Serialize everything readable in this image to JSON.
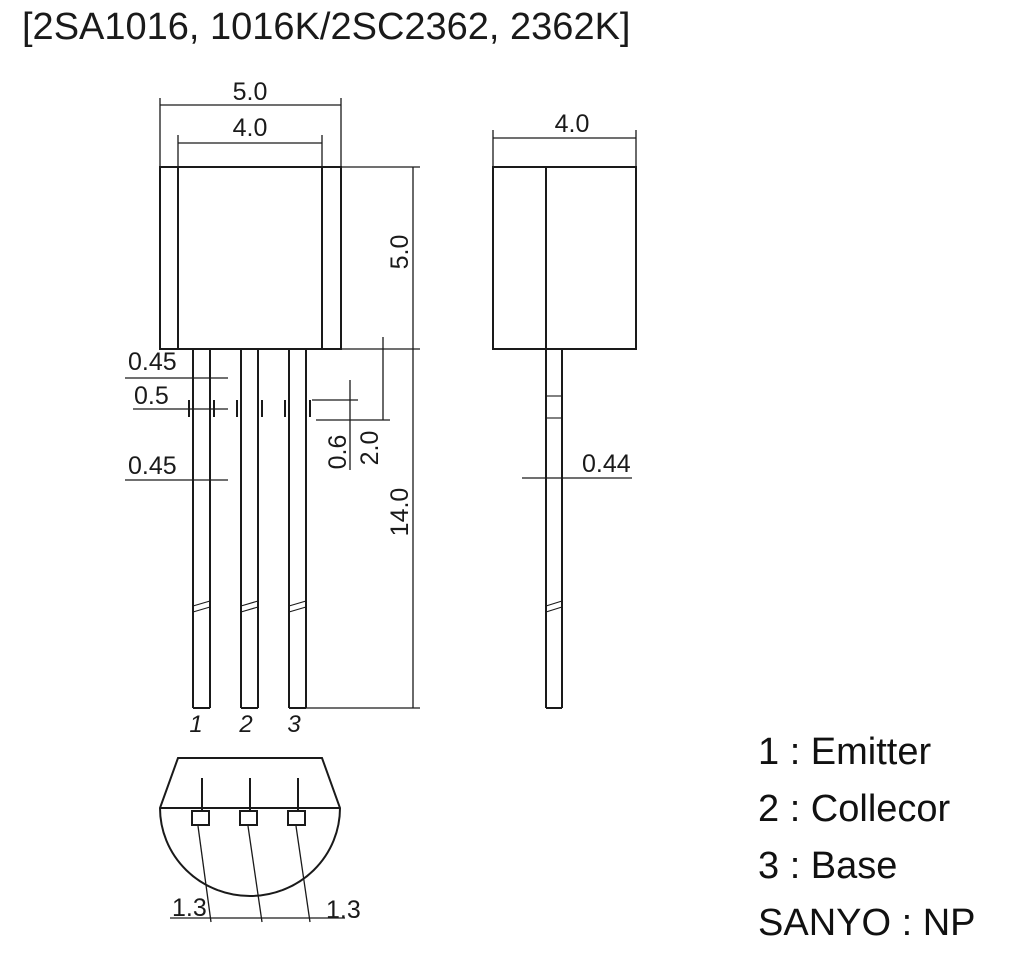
{
  "title": "[2SA1016, 1016K/2SC2362, 2362K]",
  "dimensions": {
    "body_width": "5.0",
    "inner_width": "4.0",
    "body_height": "5.0",
    "lead_width_top": "0.45",
    "lead_width_mid": "0.5",
    "lead_width_low": "0.45",
    "step_len": "0.6",
    "shoulder_len": "2.0",
    "lead_length": "14.0",
    "side_width": "4.0",
    "side_lead": "0.44",
    "pitch_left": "1.3",
    "pitch_right": "1.3"
  },
  "pins": [
    "1",
    "2",
    "3"
  ],
  "legend": [
    "1 : Emitter",
    "2 : Collecor",
    "3 : Base",
    "SANYO : NP"
  ]
}
